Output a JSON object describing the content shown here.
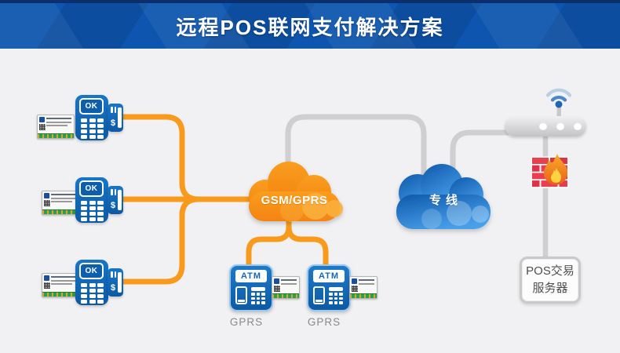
{
  "banner": {
    "title": "远程POS联网支付解决方案"
  },
  "diagram": {
    "pos_terminals": [
      {
        "screen_label": "OK",
        "currency_symbol": "$"
      },
      {
        "screen_label": "OK",
        "currency_symbol": "$"
      },
      {
        "screen_label": "OK",
        "currency_symbol": "$"
      }
    ],
    "gsm_cloud": {
      "label": "GSM/GPRS"
    },
    "leased_line_cloud": {
      "label": "专线"
    },
    "atms": [
      {
        "label": "ATM",
        "caption": "GPRS"
      },
      {
        "label": "ATM",
        "caption": "GPRS"
      }
    ],
    "server": {
      "line1": "POS交易",
      "line2": "服务器"
    },
    "icons": {
      "modules": "usr-gsm-module-icon",
      "wifi": "wifi-icon",
      "firewall": "firewall-brick-flame-icon",
      "router": "wireless-router",
      "card_reader": "card-reader"
    },
    "colors": {
      "accent_orange": "#F7941D",
      "device_blue": "#1268B8",
      "cloud_blue": "#2E86DB",
      "line_gray": "#CFCFD1",
      "banner_blue": "#0D55AE",
      "firewall_red": "#E23C50"
    }
  }
}
